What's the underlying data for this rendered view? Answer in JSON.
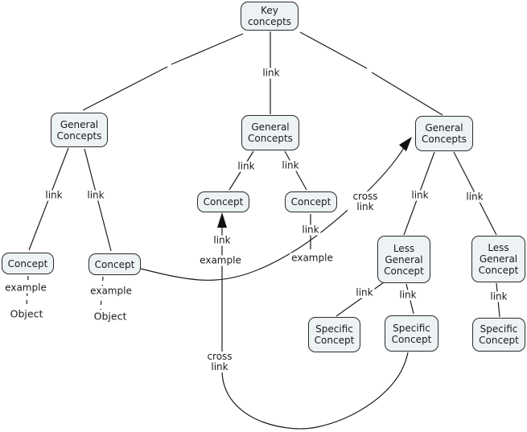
{
  "diagram": {
    "type": "concept-map",
    "background": "#ffffff",
    "colors": {
      "background": "#ffffff",
      "node_fill": "#edf2f5",
      "node_border": "#2b2b2b",
      "line": "#1c1c1c",
      "text": "#1a1a1a"
    },
    "nodes": [
      {
        "id": "key-concepts",
        "label": "Key concepts"
      },
      {
        "id": "general-concepts-left",
        "label": "General Concepts"
      },
      {
        "id": "general-concepts-middle",
        "label": "General Concepts"
      },
      {
        "id": "general-concepts-right",
        "label": "General Concepts"
      },
      {
        "id": "concept-left-1",
        "label": "Concept"
      },
      {
        "id": "concept-left-2",
        "label": "Concept"
      },
      {
        "id": "concept-middle-1",
        "label": "Concept"
      },
      {
        "id": "concept-middle-2",
        "label": "Concept"
      },
      {
        "id": "less-general-concept-1",
        "label": "Less General Concept"
      },
      {
        "id": "less-general-concept-2",
        "label": "Less General Concept"
      },
      {
        "id": "specific-concept-1",
        "label": "Specific Concept"
      },
      {
        "id": "specific-concept-2",
        "label": "Specific Concept"
      },
      {
        "id": "specific-concept-3",
        "label": "Specific Concept"
      }
    ],
    "edge_labels": {
      "key_to_general_middle": "link",
      "general_left_to_concept_1": "link",
      "general_left_to_concept_2": "link",
      "concept_1_example": "example",
      "concept_2_example": "example",
      "general_middle_to_concept_3": "link",
      "general_middle_to_concept_4": "link",
      "concept_3_link": "link",
      "concept_3_example": "example",
      "concept_4_link": "link",
      "concept_4_example": "example",
      "cross_link_to_general_right": "cross link",
      "general_right_to_less_general_1": "link",
      "general_right_to_less_general_2": "link",
      "less_general_1_to_specific_1": "link",
      "less_general_1_to_specific_2": "link",
      "less_general_2_to_specific_3": "link",
      "cross_link_to_concept_3": "cross link"
    },
    "text_nodes": {
      "object_1": "Object",
      "object_2": "Object"
    }
  }
}
